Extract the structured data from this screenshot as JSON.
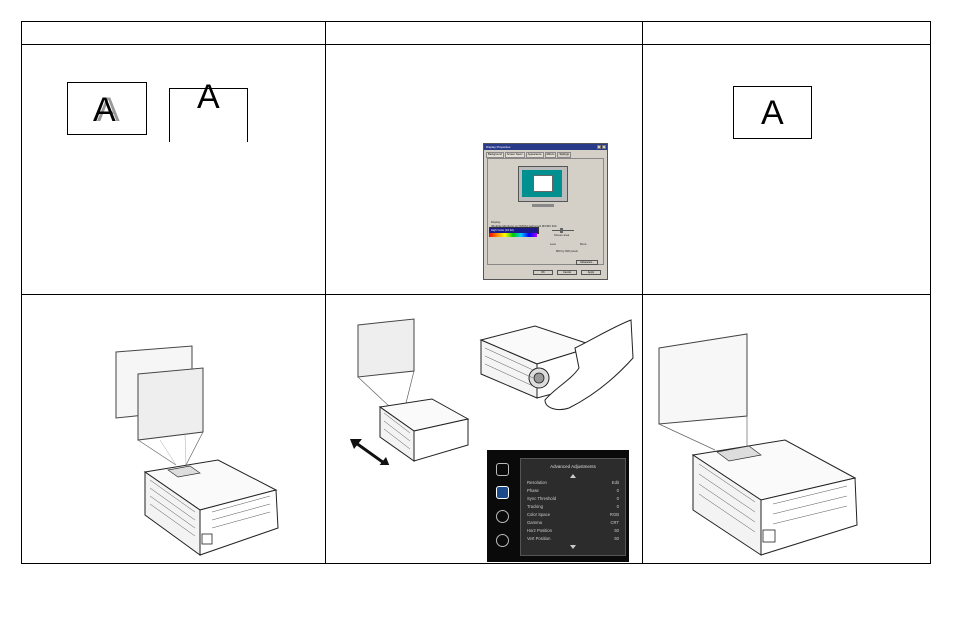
{
  "table": {
    "header_cells": [
      "",
      "",
      ""
    ],
    "row1": {
      "cell1": {
        "letter_ghost": "A",
        "letter_cut": "A"
      },
      "cell2": {
        "dialog": {
          "title": "Display Properties",
          "tabs": [
            "Background",
            "Screen Saver",
            "Appearance",
            "Effects",
            "Settings"
          ],
          "display_label": "Display:",
          "display_value": "(Multiple Monitors) on NVIDIA GeForce2 MX/MX 400",
          "colors_label": "Colors",
          "colors_value": "High Color (16 bit)",
          "area_label": "Screen area",
          "area_less": "Less",
          "area_more": "More",
          "area_value": "800 by 600 pixels",
          "advanced_button": "Advanced...",
          "ok_button": "OK",
          "cancel_button": "Cancel",
          "apply_button": "Apply"
        }
      },
      "cell3": {
        "letter": "A"
      }
    },
    "row2": {
      "menu": {
        "title": "Advanced Adjustments",
        "rows": [
          {
            "label": "Resolution",
            "value": "Edit"
          },
          {
            "label": "Phase",
            "value": "0"
          },
          {
            "label": "Sync Threshold",
            "value": "0"
          },
          {
            "label": "Tracking",
            "value": "0"
          },
          {
            "label": "Color Space",
            "value": "RGB"
          },
          {
            "label": "Gamma",
            "value": "CRT"
          },
          {
            "label": "Horz Position",
            "value": "50"
          },
          {
            "label": "Vert Position",
            "value": "50"
          }
        ]
      }
    }
  }
}
